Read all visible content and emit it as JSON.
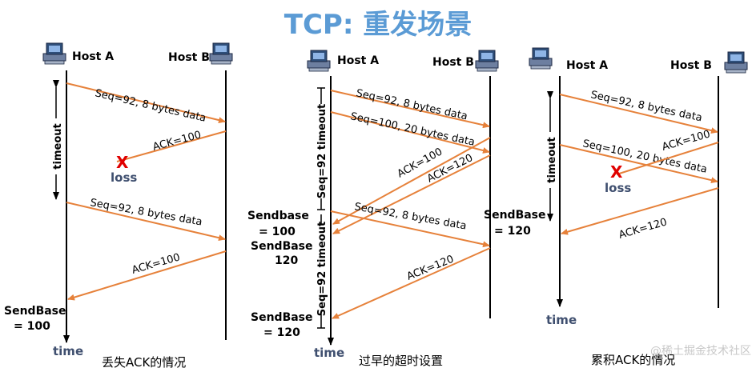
{
  "title": "TCP: 重发场景",
  "colors": {
    "title": "#5b9bd5",
    "message": "#e6813a",
    "loss_mark": "#e00000",
    "label": "#3f4f6f"
  },
  "icons": [
    "computer-icon"
  ],
  "panel1": {
    "host_a": "Host A",
    "host_b": "Host B",
    "msg1": "Seq=92, 8 bytes data",
    "ack1": "ACK=100",
    "loss_mark": "X",
    "loss": "loss",
    "timeout": "timeout",
    "msg2": "Seq=92, 8 bytes data",
    "ack2": "ACK=100",
    "sendbase_label": "SendBase",
    "sendbase_value": "= 100",
    "time": "time",
    "caption": "丢失ACK的情况"
  },
  "panel2": {
    "host_a": "Host A",
    "host_b": "Host B",
    "msg1": "Seq=92, 8 bytes data",
    "msg2": "Seq=100, 20 bytes data",
    "ack100": "ACK=100",
    "ack120": "ACK=120",
    "timeout1": "Seq=92 timeout",
    "sendbase1_label": "Sendbase",
    "sendbase1_value": "= 100",
    "sendbase2_label": "SendBase",
    "sendbase2_value": "120",
    "msg3": "Seq=92, 8 bytes data",
    "timeout2": "Seq=92 timeout",
    "ack120b": "ACK=120",
    "sendbase3_label": "SendBase",
    "sendbase3_value": "= 120",
    "sendbase_b_label": "SendBase",
    "sendbase_b_value": "= 120",
    "time": "time",
    "caption": "过早的超时设置"
  },
  "panel3": {
    "host_a": "Host A",
    "host_b": "Host B",
    "msg1": "Seq=92, 8 bytes data",
    "msg2": "Seq=100, 20 bytes data",
    "ack100": "ACK=100",
    "loss_mark": "X",
    "loss": "loss",
    "timeout": "timeout",
    "ack120": "ACK=120",
    "time": "time",
    "caption": "累积ACK的情况"
  },
  "watermark": "@稀土掘金技术社区"
}
